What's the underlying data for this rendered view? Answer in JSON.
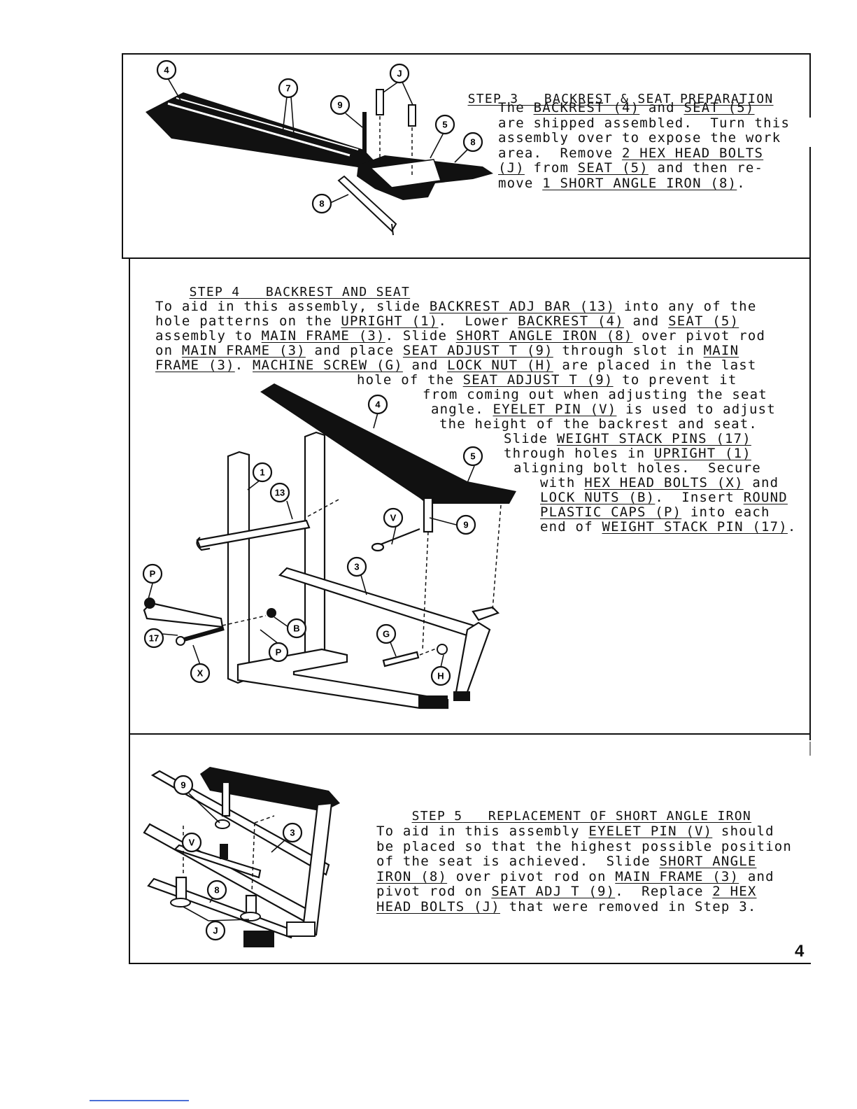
{
  "page": {
    "number": "4"
  },
  "step3": {
    "heading_step": "STEP 3",
    "heading_title": "BACKREST & SEAT PREPARATION",
    "lines": [
      [
        "The ",
        {
          "u": "BACKREST (4)"
        },
        " and ",
        {
          "u": "SEAT (5)"
        }
      ],
      [
        "are shipped assembled.  Turn this"
      ],
      [
        "assembly over to expose the work"
      ],
      [
        "area.  Remove ",
        {
          "u": "2 HEX HEAD BOLTS"
        }
      ],
      [
        {
          "u": "(J)"
        },
        " from ",
        {
          "u": "SEAT (5)"
        },
        " and then re-"
      ],
      [
        "move ",
        {
          "u": "1 SHORT ANGLE IRON (8)"
        },
        "."
      ]
    ],
    "callouts": [
      "4",
      "7",
      "9",
      "J",
      "5",
      "8",
      "8"
    ]
  },
  "step4": {
    "heading_step": "STEP 4",
    "heading_title": "BACKREST AND SEAT",
    "lines": [
      [
        "To aid in this assembly, slide ",
        {
          "u": "BACKREST ADJ BAR (13)"
        },
        " into any of the"
      ],
      [
        "hole patterns on the ",
        {
          "u": "UPRIGHT (1)"
        },
        ".  Lower ",
        {
          "u": "BACKREST (4)"
        },
        " and ",
        {
          "u": "SEAT (5)"
        }
      ],
      [
        "assembly to ",
        {
          "u": "MAIN FRAME (3)"
        },
        ". Slide ",
        {
          "u": "SHORT ANGLE IRON (8)"
        },
        " over pivot rod"
      ],
      [
        "on ",
        {
          "u": "MAIN FRAME (3)"
        },
        " and place ",
        {
          "u": "SEAT ADJUST T (9)"
        },
        " through slot in ",
        {
          "u": "MAIN"
        }
      ],
      [
        {
          "u": "FRAME (3)"
        },
        ". ",
        {
          "u": "MACHINE SCREW (G)"
        },
        " and ",
        {
          "u": "LOCK NUT (H)"
        },
        " are placed in the last"
      ],
      [
        "hole of the ",
        {
          "u": "SEAT ADJUST T (9)"
        },
        " to prevent it"
      ],
      [
        "from coming out when adjusting the seat"
      ],
      [
        "angle. ",
        {
          "u": "EYELET PIN (V)"
        },
        " is used to adjust"
      ],
      [
        "the height of the backrest and seat."
      ],
      [
        "Slide ",
        {
          "u": "WEIGHT STACK PINS (17)"
        }
      ],
      [
        "through holes in ",
        {
          "u": "UPRIGHT (1)"
        }
      ],
      [
        "aligning bolt holes.  Secure"
      ],
      [
        "with ",
        {
          "u": "HEX HEAD BOLTS (X)"
        },
        " and"
      ],
      [
        {
          "u": "LOCK NUTS (B)"
        },
        ".  Insert ",
        {
          "u": "ROUND"
        }
      ],
      [
        {
          "u": "PLASTIC CAPS (P)"
        },
        " into each"
      ],
      [
        "end of ",
        {
          "u": "WEIGHT STACK PIN (17)"
        },
        "."
      ]
    ],
    "callouts": [
      "4",
      "5",
      "1",
      "13",
      "V",
      "9",
      "3",
      "P",
      "17",
      "B",
      "P",
      "X",
      "G",
      "H"
    ]
  },
  "step5": {
    "heading_step": "STEP 5",
    "heading_title": "REPLACEMENT OF SHORT ANGLE IRON",
    "lines": [
      [
        "To aid in this assembly ",
        {
          "u": "EYELET PIN (V)"
        },
        " should"
      ],
      [
        "be placed so that the highest possible position"
      ],
      [
        "of the seat is achieved.  Slide ",
        {
          "u": "SHORT ANGLE"
        }
      ],
      [
        {
          "u": "IRON (8)"
        },
        " over pivot rod on ",
        {
          "u": "MAIN FRAME (3)"
        },
        " and"
      ],
      [
        "pivot rod on ",
        {
          "u": "SEAT ADJ T (9)"
        },
        ".  Replace ",
        {
          "u": "2 HEX"
        }
      ],
      [
        {
          "u": "HEAD BOLTS (J)"
        },
        " that were removed in Step 3."
      ]
    ],
    "callouts": [
      "9",
      "V",
      "3",
      "8",
      "J"
    ]
  }
}
